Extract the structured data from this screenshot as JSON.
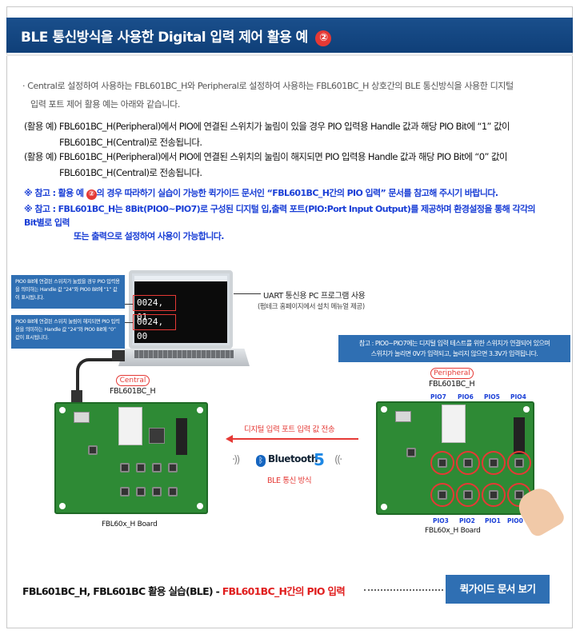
{
  "header": {
    "title": "BLE 통신방식을 사용한 Digital 입력 제어 활용 예",
    "title_number": "②"
  },
  "intro": {
    "line1": "· Central로 설정하여 사용하는 FBL601BC_H와 Peripheral로 설정하여 사용하는 FBL601BC_H 상호간의 BLE 통신방식을 사용한 디지털",
    "line2": "입력 포트 제어 활용 예는 아래와 같습니다."
  },
  "examples": [
    {
      "line1": "(활용 예)  FBL601BC_H(Peripheral)에서 PIO에 연결된 스위치가 눌림이 있을 경우 PIO 입력용 Handle 값과 해당 PIO Bit에 “1” 값이",
      "line2": "FBL601BC_H(Central)로 전송됩니다."
    },
    {
      "line1": "(활용 예)  FBL601BC_H(Peripheral)에서 PIO에 연결된 스위치의 눌림이 해지되면 PIO 입력용 Handle 값과 해당 PIO Bit에 “0” 값이",
      "line2": "FBL601BC_H(Central)로 전송됩니다."
    }
  ],
  "notes": {
    "note1_pre": "※ 참고 : 활용 예 ",
    "note1_num": "②",
    "note1_post": "의 경우 따라하기 실습이 가능한 퀵가이드 문서인 “FBL601BC_H간의 PIO 입력” 문서를 참고해 주시기 바랍니다.",
    "note2_line1": "※ 참고 : FBL601BC_H는 8Bit(PIO0~PIO7)로 구성된 디지털 입,출력 포트(PIO:Port Input Output)를 제공하며 환경설정을 통해 각각의 Bit별로 입력",
    "note2_line2": "또는 출력으로 설정하여 사용이 가능합니다."
  },
  "diagram": {
    "callout1": "PIO0 Bit에 연결된 스위치가 눌렸을 경우 PIO 입력용을 의미하는 Handle 값 “24”와 PIO0 Bit에 “1” 값이 표시됩니다.",
    "callout2": "PIO0 Bit에 연결된 스위치 눌림이 해지되면 PIO 입력용을 의미하는 Handle 값 “24”와 PIO0 Bit에 “0” 값이 표시됩니다.",
    "terminal_value1": "0024, 01",
    "terminal_value2": "0024, 00",
    "uart_label": "UART 통신용 PC 프로그램 사용",
    "uart_sub": "(펌테크 홈페이지에서 설치 메뉴얼 제공)",
    "ref_note_line1": "참고 : PIO0~PIO7에는 디지털 입력 테스트를 위한 스위치가 연결되어 있으며",
    "ref_note_line2": "스위치가 눌리면 0V가 입력되고, 눌리지 않으면 3.3V가 입력됩니다.",
    "central_pill": "Central",
    "central_module": "FBL601BC_H",
    "peripheral_pill": "Peripheral",
    "peripheral_module": "FBL601BC_H",
    "pio_top": [
      "PIO7",
      "PIO6",
      "PIO5",
      "PIO4"
    ],
    "pio_bottom": [
      "PIO3",
      "PIO2",
      "PIO1",
      "PIO0"
    ],
    "arrow_label": "디지털 입력 포트 입력 값 전송",
    "bluetooth_word": "Bluetooth",
    "bluetooth_version": "5",
    "ble_label": "BLE 통신 방식",
    "board_left_name": "FBL60x_H Board",
    "board_right_name": "FBL60x_H Board"
  },
  "footer": {
    "text_black": "FBL601BC_H, FBL601BC 활용 실습(BLE) - ",
    "text_red": "FBL601BC_H간의 PIO 입력",
    "button_label": "퀵가이드 문서 보기"
  },
  "colors": {
    "header_bg": "#0f3f78",
    "accent_red": "#e53935",
    "note_blue": "#1a3fd6",
    "button_bg": "#2f6fb3"
  }
}
